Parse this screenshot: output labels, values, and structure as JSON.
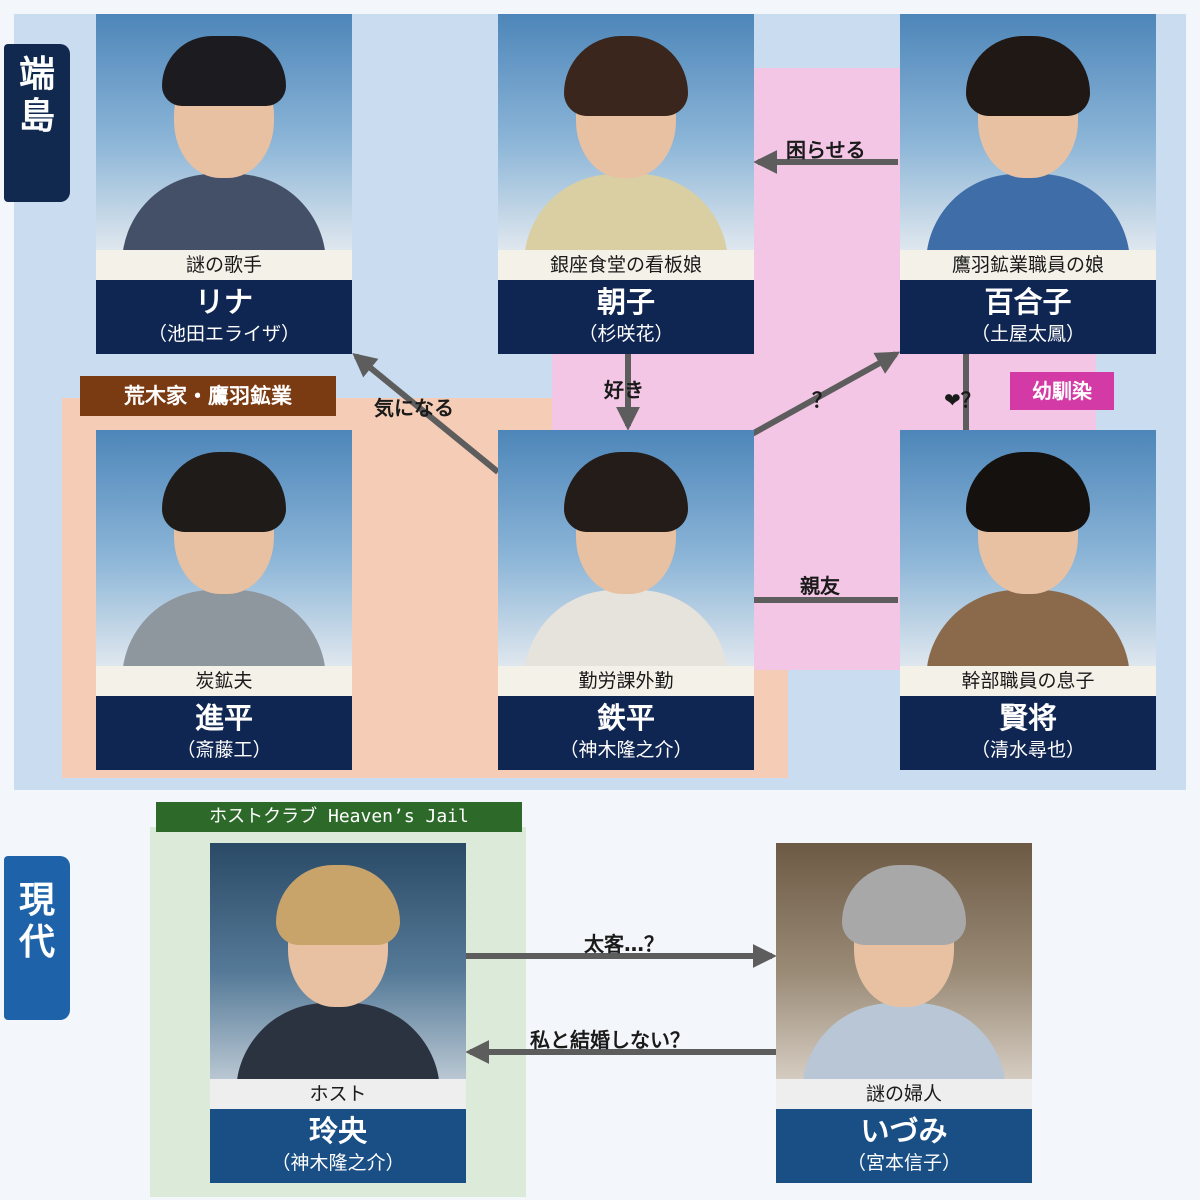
{
  "sections": [
    {
      "chars": [
        "端",
        "島"
      ]
    },
    {
      "chars": [
        "現",
        "代"
      ]
    }
  ],
  "groups": {
    "arakida": "荒木家・鷹羽鉱業",
    "osananajimi": "幼馴染",
    "hostclub": "ホストクラブ Heaven’s Jail"
  },
  "characters": [
    {
      "id": "rina",
      "role": "謎の歌手",
      "name": "リナ",
      "actor": "（池田エライザ）"
    },
    {
      "id": "asako",
      "role": "銀座食堂の看板娘",
      "name": "朝子",
      "actor": "（杉咲花）"
    },
    {
      "id": "yuriko",
      "role": "鷹羽鉱業職員の娘",
      "name": "百合子",
      "actor": "（土屋太鳳）"
    },
    {
      "id": "shinpei",
      "role": "炭鉱夫",
      "name": "進平",
      "actor": "（斎藤工）"
    },
    {
      "id": "teppei",
      "role": "勤労課外勤",
      "name": "鉄平",
      "actor": "（神木隆之介）"
    },
    {
      "id": "kensho",
      "role": "幹部職員の息子",
      "name": "賢将",
      "actor": "（清水尋也）"
    },
    {
      "id": "reo",
      "role": "ホスト",
      "name": "玲央",
      "actor": "（神木隆之介）"
    },
    {
      "id": "izumi",
      "role": "謎の婦人",
      "name": "いづみ",
      "actor": "（宮本信子）"
    }
  ],
  "relations": [
    {
      "id": "komaraseru",
      "label": "困らせる"
    },
    {
      "id": "suki",
      "label": "好き"
    },
    {
      "id": "kininaru",
      "label": "気になる"
    },
    {
      "id": "hatena",
      "label": "？"
    },
    {
      "id": "heart",
      "label": "❤？"
    },
    {
      "id": "shinyu",
      "label": "親友"
    },
    {
      "id": "futokyaku",
      "label": "太客…？"
    },
    {
      "id": "kekkon",
      "label": "私と結婚しない？"
    }
  ],
  "colors": {
    "arrow": "#5d5d5d",
    "nameplate_past": "#0f2552",
    "nameplate_now": "#1a4f86",
    "arakida": "#7a3a12",
    "osananajimi": "#d43aa6",
    "hostclub": "#2d6a2a"
  }
}
